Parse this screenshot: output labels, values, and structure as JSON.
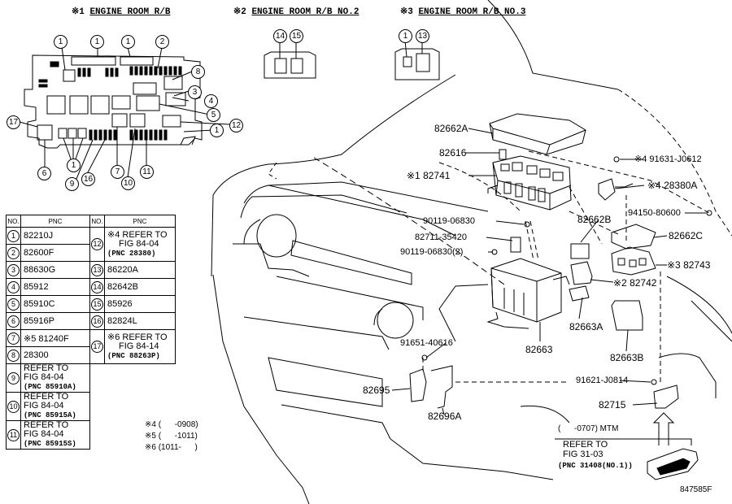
{
  "headers": {
    "h1": {
      "mark": "※1",
      "label": "ENGINE ROOM R/B"
    },
    "h2": {
      "mark": "※2",
      "label": "ENGINE ROOM R/B NO.2"
    },
    "h3": {
      "mark": "※3",
      "label": "ENGINE ROOM R/B NO.3"
    }
  },
  "callouts": {
    "rb1": [
      "1",
      "1",
      "1",
      "2",
      "8",
      "3",
      "4",
      "5",
      "17",
      "12",
      "1",
      "6",
      "9",
      "16",
      "7",
      "10",
      "11"
    ],
    "rb2": [
      "14",
      "15"
    ],
    "rb3": [
      "1",
      "13"
    ]
  },
  "table": {
    "head": {
      "no": "NO.",
      "pnc": "PNC"
    },
    "left": [
      {
        "no": "1",
        "pnc": "82210J"
      },
      {
        "no": "2",
        "pnc": "82600F"
      },
      {
        "no": "3",
        "pnc": "88630G"
      },
      {
        "no": "4",
        "pnc": "85912"
      },
      {
        "no": "5",
        "pnc": "85910C"
      },
      {
        "no": "6",
        "pnc": "85916P"
      },
      {
        "no": "7",
        "pnc": "※5 81240F"
      },
      {
        "no": "8",
        "pnc": "28300"
      },
      {
        "no": "9",
        "lines": [
          "REFER TO",
          "FIG 84-04",
          "(PNC 85910A)"
        ]
      },
      {
        "no": "10",
        "lines": [
          "REFER TO",
          "FIG 84-04",
          "(PNC 85915A)"
        ]
      },
      {
        "no": "11",
        "lines": [
          "REFER TO",
          "FIG 84-04",
          "(PNC 85915S)"
        ]
      }
    ],
    "right": [
      {
        "no": "12",
        "lines": [
          "※4 REFER TO",
          "FIG 84-04",
          "(PNC 28380)"
        ]
      },
      {
        "no": "13",
        "pnc": "86220A"
      },
      {
        "no": "14",
        "pnc": "82642B"
      },
      {
        "no": "15",
        "pnc": "85926"
      },
      {
        "no": "16",
        "pnc": "82824L"
      },
      {
        "no": "17",
        "lines": [
          "※6 REFER TO",
          "FIG 84-14",
          "(PNC 88263P)"
        ]
      }
    ]
  },
  "labels": {
    "p82662A": "82662A",
    "p82616": "82616",
    "p82741": "※1  82741",
    "p91631": "※4  91631-J0612",
    "p28380A": "※4  28380A",
    "p94150": "94150-80600",
    "p90119a": "90119-06830",
    "p82711": "82711-35420",
    "p90119b": "90119-06830(2)",
    "p82662B": "82662B",
    "p82662C": "82662C",
    "p82743": "※3  82743",
    "p82742": "※2  82742",
    "p82663A": "82663A",
    "p82663": "82663",
    "p82663B": "82663B",
    "p91651": "91651-40616",
    "p82695": "82695",
    "p82696A": "82696A",
    "p91621": "91621-J0814",
    "p82715": "82715"
  },
  "notes": {
    "n4": "※4 (      -0908)",
    "n5": "※5 (      -1011)",
    "n6": "※6 (1011-      )"
  },
  "mtm": "(      -0707) MTM",
  "ref": {
    "l1": "REFER TO",
    "l2": "FIG 31-03",
    "l3": "(PNC 31408(NO.1))"
  },
  "code": "847585F"
}
